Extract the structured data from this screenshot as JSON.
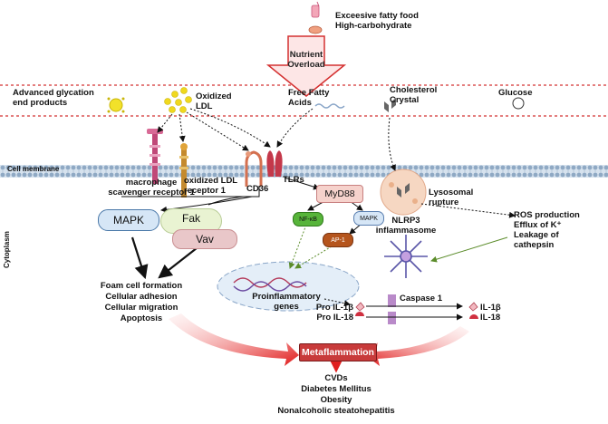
{
  "diet": {
    "line1": "Exceesive fatty food",
    "line2": "High-carbohydrate"
  },
  "overload_arrow": {
    "line1": "Nutrient",
    "line2": "Overload"
  },
  "extracellular": {
    "age_line1": "Advanced glycation",
    "age_line2": "end products",
    "oxldl_line1": "Oxidized",
    "oxldl_line2": "LDL",
    "ffa_line1": "Free Fatty",
    "ffa_line2": "Acids",
    "chol_line1": "Cholesterol",
    "chol_line2": "Crystal",
    "glucose": "Glucose"
  },
  "membrane_label": "Cell membrane",
  "cytoplasm_label": "Cytoplasm",
  "receptors": {
    "msr_line1": "macrophage",
    "msr_line2": "scavenger receptor 1",
    "oxldl_r_line1": "oxidized LDL",
    "oxldl_r_line2": "receptor 1",
    "cd36": "CD36",
    "tlrs": "TLRs"
  },
  "signaling": {
    "myd88": "MyD88",
    "nfkb": "NF-κB",
    "mapk_small": "MAPK",
    "ap1": "AP-1",
    "mapk": "MAPK",
    "fak": "Fak",
    "vav": "Vav"
  },
  "lysosome": {
    "line1": "Lysosomal",
    "line2": "rupture"
  },
  "ros": {
    "line1": "ROS production",
    "line2": "Efflux of K⁺",
    "line3": "Leakage of",
    "line4": "cathepsin"
  },
  "nlrp3": {
    "line1": "NLRP3",
    "line2": "inflammasome"
  },
  "caspase": "Caspase 1",
  "nucleus": {
    "line1": "Proinflammatory",
    "line2": "genes"
  },
  "pro_cytokines": {
    "line1": "Pro IL-1β",
    "line2": "Pro IL-18"
  },
  "cytokines": {
    "line1": "IL-1β",
    "line2": "IL-18"
  },
  "outcomes_left": {
    "line1": "Foam cell formation",
    "line2": "Cellular adhesion",
    "line3": "Cellular migration",
    "line4": "Apoptosis"
  },
  "metaflammation": "Metaflammation",
  "diseases": {
    "line1": "CVDs",
    "line2": "Diabetes Mellitus",
    "line3": "Obesity",
    "line4": "Nonalcoholic steatohepatitis"
  },
  "colors": {
    "red": "#e02020",
    "dashed_red": "#d43030",
    "myd88_fill": "#f6d2cc",
    "nfkb_fill": "#57b43a",
    "ap1_fill": "#b5551d",
    "mapk_fill": "#d6e6f6",
    "fak_fill": "#e9f3d2",
    "vav_fill": "#e9c7c9",
    "meta_fill": "#c83b3b",
    "membrane": "#9eb6cf"
  }
}
